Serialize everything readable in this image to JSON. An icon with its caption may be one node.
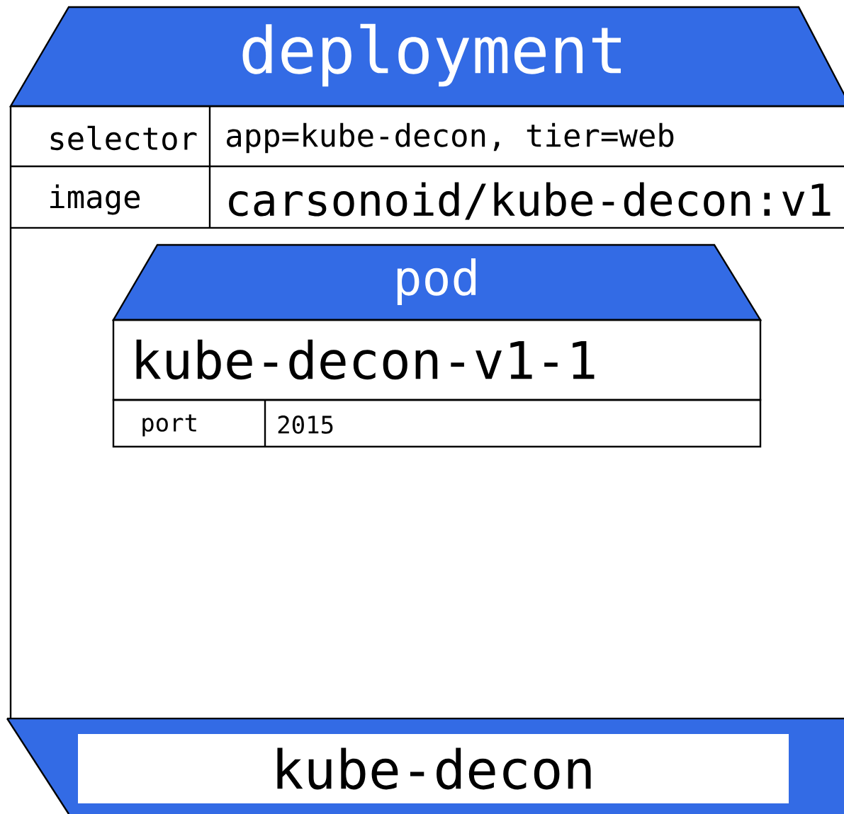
{
  "diagram": {
    "nodes": [
      {
        "text": [
          "deployment"
        ]
      },
      {
        "text": [
          "pod",
          "kube-decon-v1-1"
        ],
        "in": 0
      },
      {
        "text": [
          "kube-decon"
        ],
        "in": 0
      }
    ],
    "labels": [
      "selector",
      "app=kube-decon, tier=web",
      "image",
      "carsonoid/kube-decon:v1",
      "port",
      "2015"
    ]
  }
}
